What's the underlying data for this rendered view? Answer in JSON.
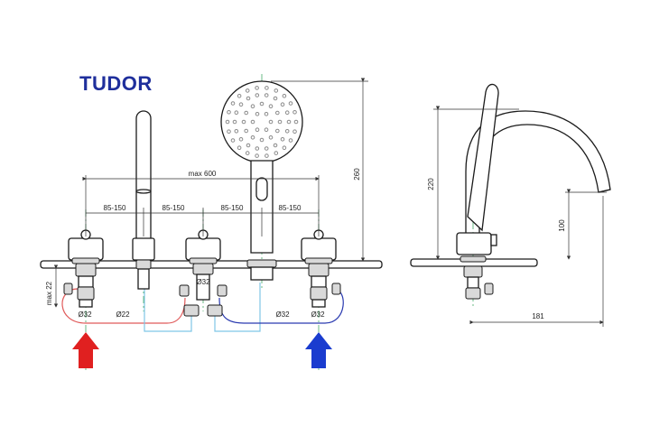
{
  "brand": {
    "name": "TUDOR",
    "color": "#1f2f9c"
  },
  "dimensions": {
    "max_600": "max 600",
    "spacing": [
      "85-150",
      "85-150",
      "85-150",
      "85-150"
    ],
    "height_260": "260",
    "max_22": "max 22",
    "d32_center": "Ø32",
    "diameters": [
      "Ø32",
      "Ø22",
      "Ø32",
      "Ø32"
    ],
    "height_220": "220",
    "height_100": "100",
    "depth_181": "181"
  },
  "arrows": {
    "hot": {
      "color": "#e02020"
    },
    "cold": {
      "color": "#1a3ccf"
    }
  },
  "hoses": {
    "hot_color": "#e05a5a",
    "cold_color": "#2a3ab0",
    "mixed_color": "#7fc6e6"
  }
}
